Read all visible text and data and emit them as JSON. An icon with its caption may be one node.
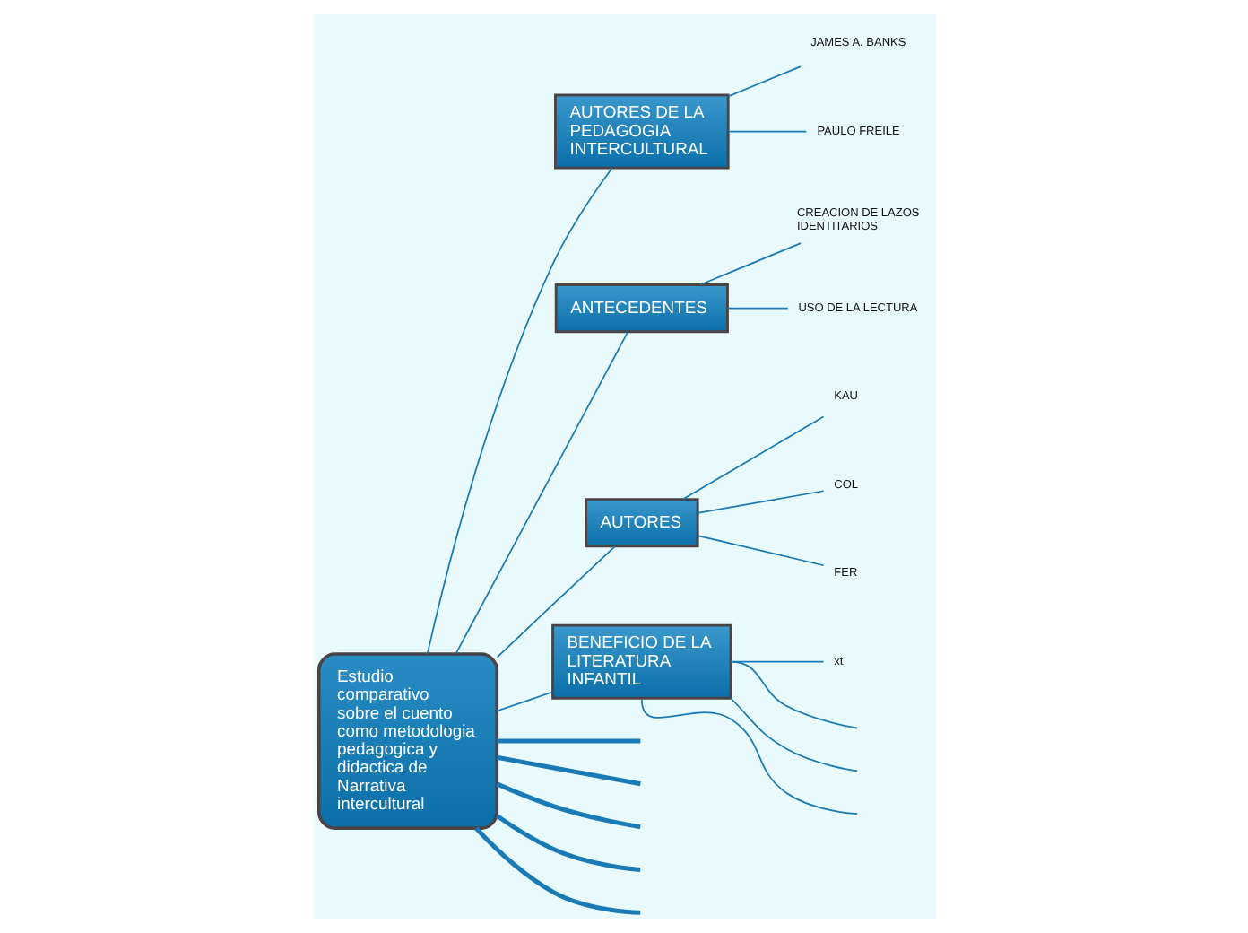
{
  "diagram": {
    "nodes": [
      {
        "text": [
          "Estudio comparativo sobre el cuento como metodologia pedagogica y didactica de Narrativa intercultural"
        ]
      },
      {
        "text": [
          "AUTORES DE LA PEDAGOGIA INTERCULTURAL"
        ]
      },
      {
        "text": [
          "JAMES A. BANKS"
        ]
      },
      {
        "text": [
          "PAULO FREILE"
        ]
      },
      {
        "text": [
          "ANTECEDENTES"
        ]
      },
      {
        "text": [
          "CREACION DE LAZOS IDENTITARIOS"
        ]
      },
      {
        "text": [
          "USO DE LA LECTURA"
        ]
      },
      {
        "text": [
          "AUTORES"
        ]
      },
      {
        "text": [
          "KAU"
        ]
      },
      {
        "text": [
          "COL"
        ]
      },
      {
        "text": [
          "FER"
        ]
      },
      {
        "text": [
          "BENEFICIO DE LA LITERATURA INFANTIL"
        ]
      },
      {
        "text": [
          "xt"
        ]
      }
    ],
    "edges": [
      {
        "from": 0,
        "to": null,
        "arrow": "none",
        "style": "thick"
      },
      {
        "from": 0,
        "to": null,
        "arrow": "none",
        "style": "thick"
      },
      {
        "from": 0,
        "to": 1,
        "arrow": "none"
      },
      {
        "from": 1,
        "to": 2,
        "arrow": "none"
      },
      {
        "from": 1,
        "to": 3,
        "arrow": "none"
      },
      {
        "from": 0,
        "to": 4,
        "arrow": "none"
      },
      {
        "from": 4,
        "to": 5,
        "arrow": "none"
      },
      {
        "from": 4,
        "to": 6,
        "arrow": "none"
      },
      {
        "from": 0,
        "to": 7,
        "arrow": "none"
      },
      {
        "from": 7,
        "to": 8,
        "arrow": "none"
      },
      {
        "from": 7,
        "to": 9,
        "arrow": "none"
      },
      {
        "from": 7,
        "to": 10,
        "arrow": "none"
      },
      {
        "from": 0,
        "to": 11,
        "arrow": "none"
      },
      {
        "from": 11,
        "to": 12,
        "arrow": "none"
      },
      {
        "from": 11,
        "to": null,
        "arrow": "none"
      },
      {
        "from": 11,
        "to": null,
        "arrow": "none"
      },
      {
        "from": 11,
        "to": null,
        "arrow": "none"
      },
      {
        "from": 0,
        "to": null,
        "arrow": "none",
        "style": "thick"
      },
      {
        "from": 0,
        "to": null,
        "arrow": "none",
        "style": "thick"
      },
      {
        "from": 0,
        "to": null,
        "arrow": "none",
        "style": "thick"
      }
    ]
  }
}
